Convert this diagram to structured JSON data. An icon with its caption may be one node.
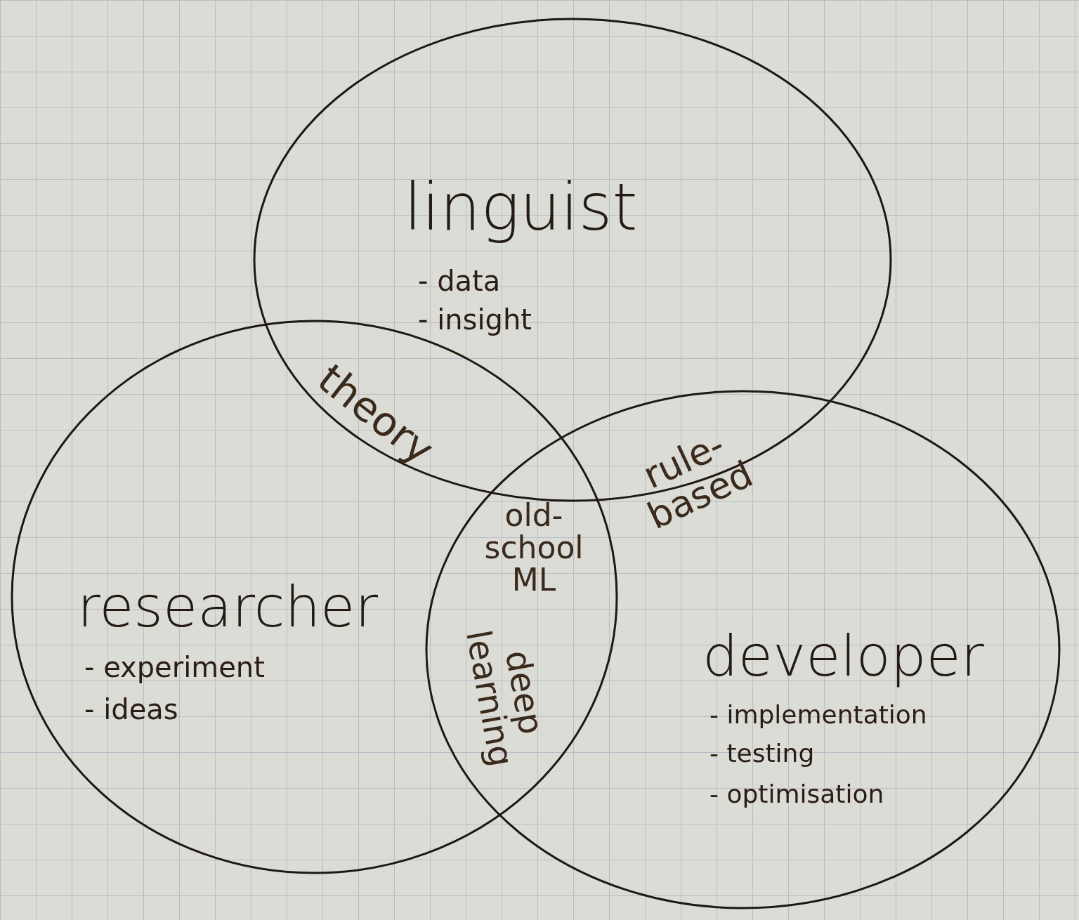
{
  "diagram": {
    "nodes": [
      {
        "text": [
          "linguist",
          "- data",
          "- insight"
        ]
      },
      {
        "text": [
          "researcher",
          "- experiment",
          "- ideas"
        ]
      },
      {
        "text": [
          "developer",
          "- implementation",
          "- testing",
          "- optimisation"
        ]
      }
    ],
    "labels": [
      "theory",
      "rule-based",
      "old-school ML",
      "deep learning"
    ]
  }
}
